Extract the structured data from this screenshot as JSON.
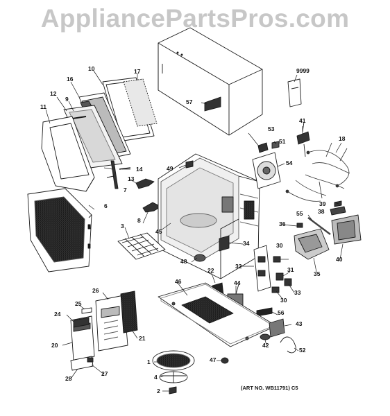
{
  "watermark": "AppliancePartsPros.com",
  "art_number": "(ART NO. WB11791) C5",
  "callouts": {
    "p1": "1",
    "p2": "2",
    "p3": "3",
    "p4": "4",
    "p6": "6",
    "p7": "7",
    "p8": "8",
    "p9": "9",
    "p10": "10",
    "p11": "11",
    "p12": "12",
    "p13": "13",
    "p14": "14",
    "p16": "16",
    "p17": "17",
    "p18": "18",
    "p20": "20",
    "p21": "21",
    "p22": "22",
    "p24": "24",
    "p25": "25",
    "p26": "26",
    "p27": "27",
    "p28": "28",
    "p30a": "30",
    "p30b": "30",
    "p31": "31",
    "p32": "32",
    "p33": "33",
    "p34": "34",
    "p35": "35",
    "p36": "36",
    "p38": "38",
    "p39": "39",
    "p40": "40",
    "p41": "41",
    "p42": "42",
    "p43": "43",
    "p44": "44",
    "p45": "45",
    "p46": "46",
    "p47": "47",
    "p48": "48",
    "p49": "49",
    "p51": "51",
    "p52": "52",
    "p53": "53",
    "p54": "54",
    "p55": "55",
    "p56": "56",
    "p57": "57",
    "p9999": "9999"
  },
  "colors": {
    "line": "#1a1a1a",
    "watermark": "#c7c7c7",
    "shade": "#888888"
  }
}
